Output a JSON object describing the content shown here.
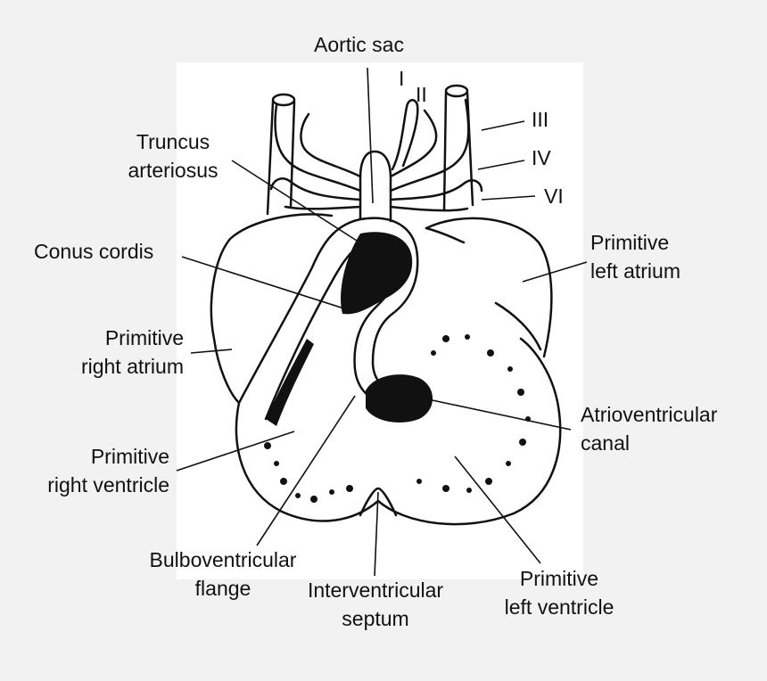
{
  "diagram": {
    "labels": {
      "aortic_sac": "Aortic sac",
      "arch_1": "I",
      "arch_2": "II",
      "arch_3": "III",
      "arch_4": "IV",
      "arch_6": "VI",
      "truncus_line1": "Truncus",
      "truncus_line2": "arteriosus",
      "conus_cordis": "Conus cordis",
      "prim_left_atrium_line1": "Primitive",
      "prim_left_atrium_line2": "left atrium",
      "prim_right_atrium_line1": "Primitive",
      "prim_right_atrium_line2": "right atrium",
      "av_canal_line1": "Atrioventricular",
      "av_canal_line2": "canal",
      "prim_right_ventricle_line1": "Primitive",
      "prim_right_ventricle_line2": "right ventricle",
      "bulbo_line1": "Bulboventricular",
      "bulbo_line2": "flange",
      "interventricular_line1": "Interventricular",
      "interventricular_line2": "septum",
      "prim_left_ventricle_line1": "Primitive",
      "prim_left_ventricle_line2": "left ventricle"
    },
    "colors": {
      "background": "#f2f2f2",
      "panel": "#ffffff",
      "ink": "#111111"
    }
  }
}
